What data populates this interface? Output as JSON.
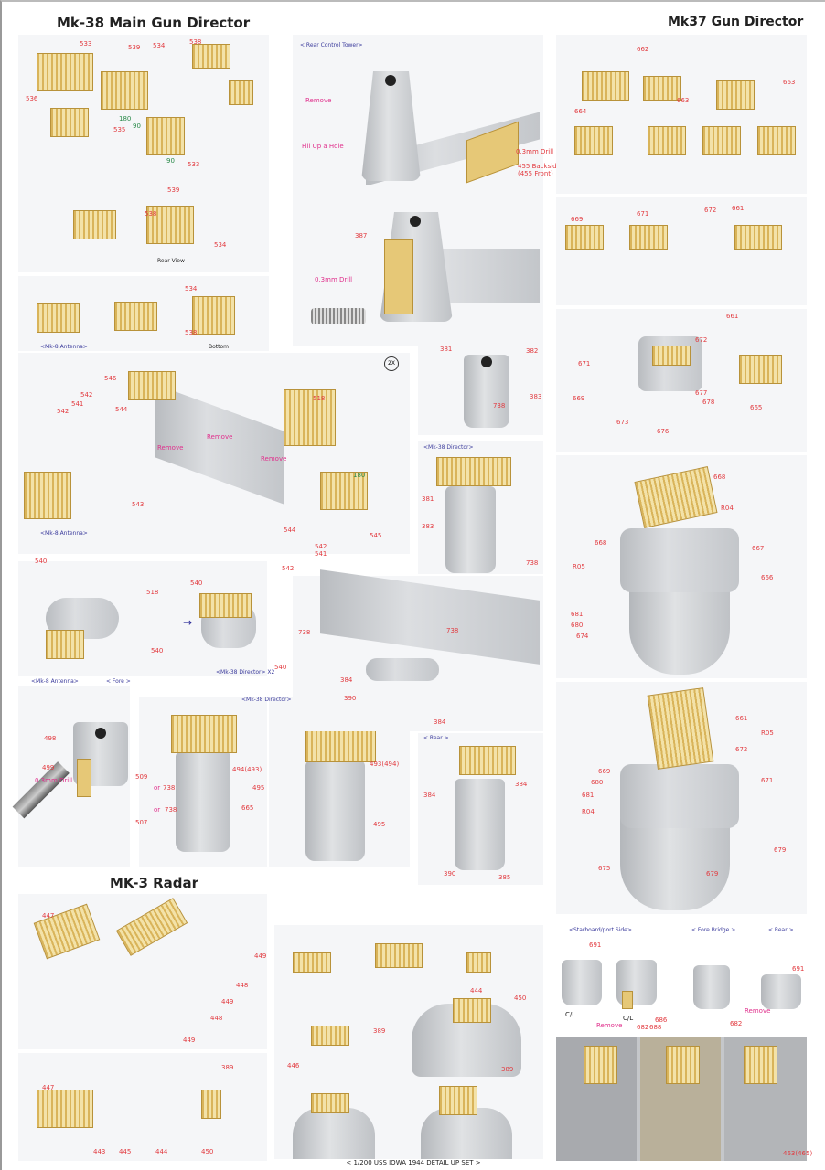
{
  "sections": {
    "mk38": "Mk-38 Main Gun Director",
    "mk37": "Mk37 Gun Director",
    "mk3": "MK-3 Radar"
  },
  "footer": "< 1/200 USS IOWA 1944 DETAIL UP SET >",
  "captions": {
    "rear_control_tower": "< Rear  Control Tower>",
    "rear_view": "Rear View",
    "bottom": "Bottom",
    "mk8_antenna": "<Mk-8 Antenna>",
    "mk8_antenna2": "<Mk-8 Antenna>",
    "mk8_antenna3": "<Mk-8 Antenna>",
    "fore": "< Fore >",
    "mk38_director_x2": "<Mk-38 Director> X2",
    "mk38_director": "<Mk-38 Director>",
    "mk38_director2": "<Mk-38 Director>",
    "rear": "< Rear >",
    "starboard_port": "<Starboard/port Side>",
    "fore_bridge": "< Fore Bridge >",
    "rear2": "< Rear >",
    "scale_2x": "2X"
  },
  "notes": {
    "remove": "Remove",
    "fill_hole": "Fill Up a Hole",
    "drill": "0.3mm Drill",
    "backside": "455 Backside",
    "front": "(455 Front)",
    "drill2": "0.3mm Drill",
    "drill3": "0.3mm Drill",
    "remove2": "Remove",
    "remove3": "Remove",
    "remove4": "Remove",
    "remove5": "Remove",
    "remove6": "Remove",
    "remove7": "Remove",
    "angle180": "180",
    "angle90": "90",
    "angle90b": "90",
    "angle180b": "180",
    "cl": "C/L",
    "cl2": "C/L",
    "or1": "or",
    "or2": "or"
  },
  "parts": {
    "p1": [
      "533",
      "539",
      "534",
      "538",
      "536",
      "535",
      "533"
    ],
    "p2": [
      "539",
      "538",
      "534"
    ],
    "p3": [
      "534",
      "538"
    ],
    "p5": [
      "387"
    ],
    "p6": [
      "546",
      "542",
      "541",
      "544",
      "542",
      "518",
      "543",
      "544",
      "545",
      "542",
      "541",
      "542"
    ],
    "p7": [
      "381",
      "382",
      "383",
      "738"
    ],
    "p8": [
      "381",
      "383",
      "738"
    ],
    "p9": [
      "540",
      "518",
      "540",
      "540",
      "540"
    ],
    "p10": [
      "498",
      "499"
    ],
    "p11": [
      "494(493)",
      "495",
      "665",
      "738",
      "738",
      "509",
      "507"
    ],
    "p12": [
      "493(494)",
      "495"
    ],
    "p13": [
      "738",
      "738",
      "384",
      "390",
      "384"
    ],
    "p14": [
      "384",
      "384",
      "390",
      "385"
    ],
    "q1": [
      "662",
      "663",
      "663",
      "664"
    ],
    "q2": [
      "669",
      "671",
      "672",
      "661"
    ],
    "q3": [
      "661",
      "672",
      "671",
      "669",
      "677",
      "678",
      "673",
      "676",
      "665"
    ],
    "q4": [
      "668",
      "R04",
      "668",
      "667",
      "R05",
      "666",
      "681",
      "680",
      "674"
    ],
    "q5": [
      "661",
      "R05",
      "672",
      "669",
      "671",
      "680",
      "681",
      "R04",
      "675",
      "679",
      "679"
    ],
    "q6": [
      "691",
      "682",
      "686",
      "688",
      "682",
      "691"
    ],
    "q7": [
      "463(465)"
    ],
    "r1": [
      "447",
      "449",
      "448",
      "448",
      "449",
      "449"
    ],
    "r2": [
      "389",
      "447",
      "443",
      "445",
      "444",
      "450"
    ],
    "r3": [
      "444",
      "450",
      "446",
      "389",
      "389"
    ]
  },
  "colors": {
    "part": "#e23a3f",
    "note": "#e0308c",
    "caption": "#3b3b9c",
    "brass": "#e6c877",
    "plastic": "#c8cbcf"
  }
}
